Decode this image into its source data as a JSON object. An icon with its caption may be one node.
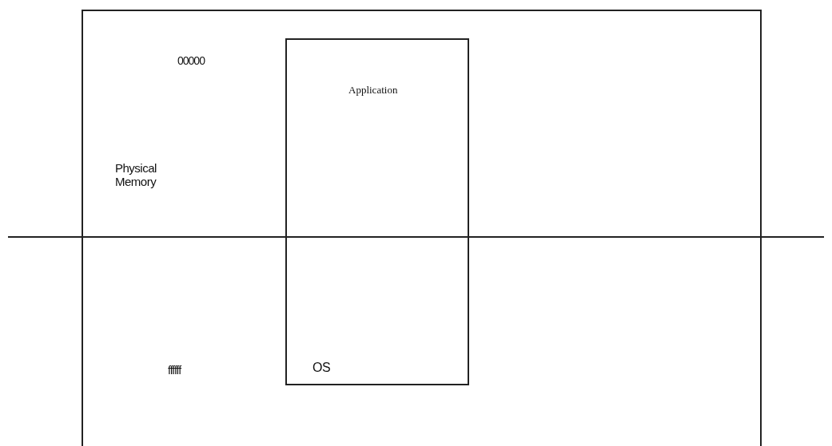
{
  "diagram": {
    "nodes": [
      {
        "text": [
          "Physical Memory"
        ]
      },
      {
        "text": [
          "Application",
          "OS"
        ],
        "in": 0
      }
    ],
    "labels": [
      "00000",
      "ffffff"
    ]
  }
}
